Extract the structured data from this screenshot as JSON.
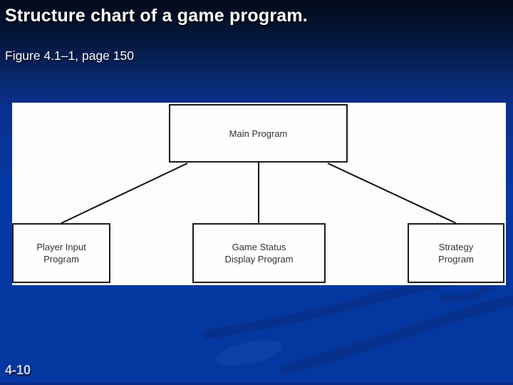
{
  "slide": {
    "title": "Structure chart of a game program.",
    "subtitle": "Figure 4.1–1, page 150",
    "page_number": "4-10"
  },
  "diagram": {
    "type": "structure-chart",
    "root": {
      "id": "main-program",
      "label": "Main Program"
    },
    "children": [
      {
        "id": "player-input-program",
        "lines": [
          "Player Input",
          "Program"
        ]
      },
      {
        "id": "game-status-display-program",
        "lines": [
          "Game Status",
          "Display Program"
        ]
      },
      {
        "id": "strategy-program",
        "lines": [
          "Strategy",
          "Program"
        ]
      }
    ],
    "edges": [
      [
        "main-program",
        "player-input-program"
      ],
      [
        "main-program",
        "game-status-display-program"
      ],
      [
        "main-program",
        "strategy-program"
      ]
    ]
  },
  "colors": {
    "background_top": "#020a18",
    "background_bottom": "#0437a0",
    "panel": "#fdfdfd",
    "box_border": "#1c1c1c",
    "box_text": "#333333",
    "title_text": "#ffffff",
    "page_number_text": "#c8d6f0",
    "swoosh_dark": "#083089",
    "swoosh_light": "#1b4ab0"
  }
}
